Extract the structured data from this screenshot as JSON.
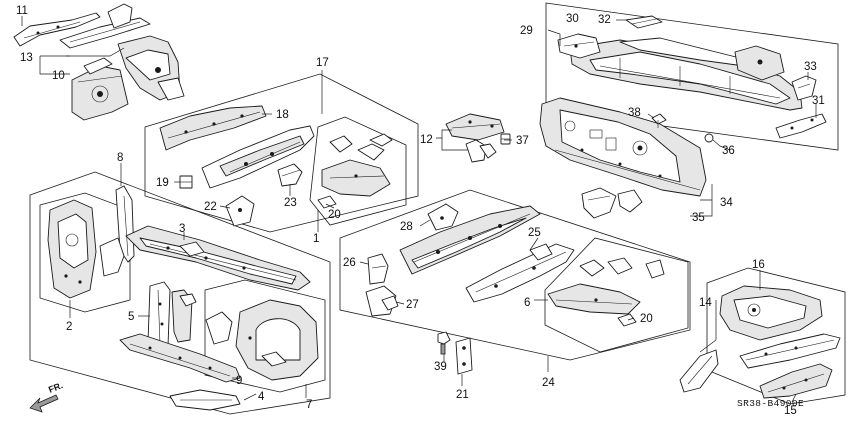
{
  "diagram": {
    "callouts": {
      "c1": "1",
      "c2": "2",
      "c3": "3",
      "c4": "4",
      "c5": "5",
      "c6": "6",
      "c7": "7",
      "c8": "8",
      "c9": "9",
      "c10": "10",
      "c11": "11",
      "c12": "12",
      "c13": "13",
      "c14": "14",
      "c15": "15",
      "c16": "16",
      "c17": "17",
      "c18": "18",
      "c19": "19",
      "c20a": "20",
      "c20b": "20",
      "c21": "21",
      "c22": "22",
      "c23": "23",
      "c24": "24",
      "c25": "25",
      "c26": "26",
      "c27": "27",
      "c28": "28",
      "c29": "29",
      "c30": "30",
      "c31": "31",
      "c32": "32",
      "c33": "33",
      "c34": "34",
      "c35": "35",
      "c36": "36",
      "c37": "37",
      "c38": "38",
      "c39": "39"
    },
    "direction_label": "FR.",
    "diagram_code": "SR38-B4900E"
  }
}
